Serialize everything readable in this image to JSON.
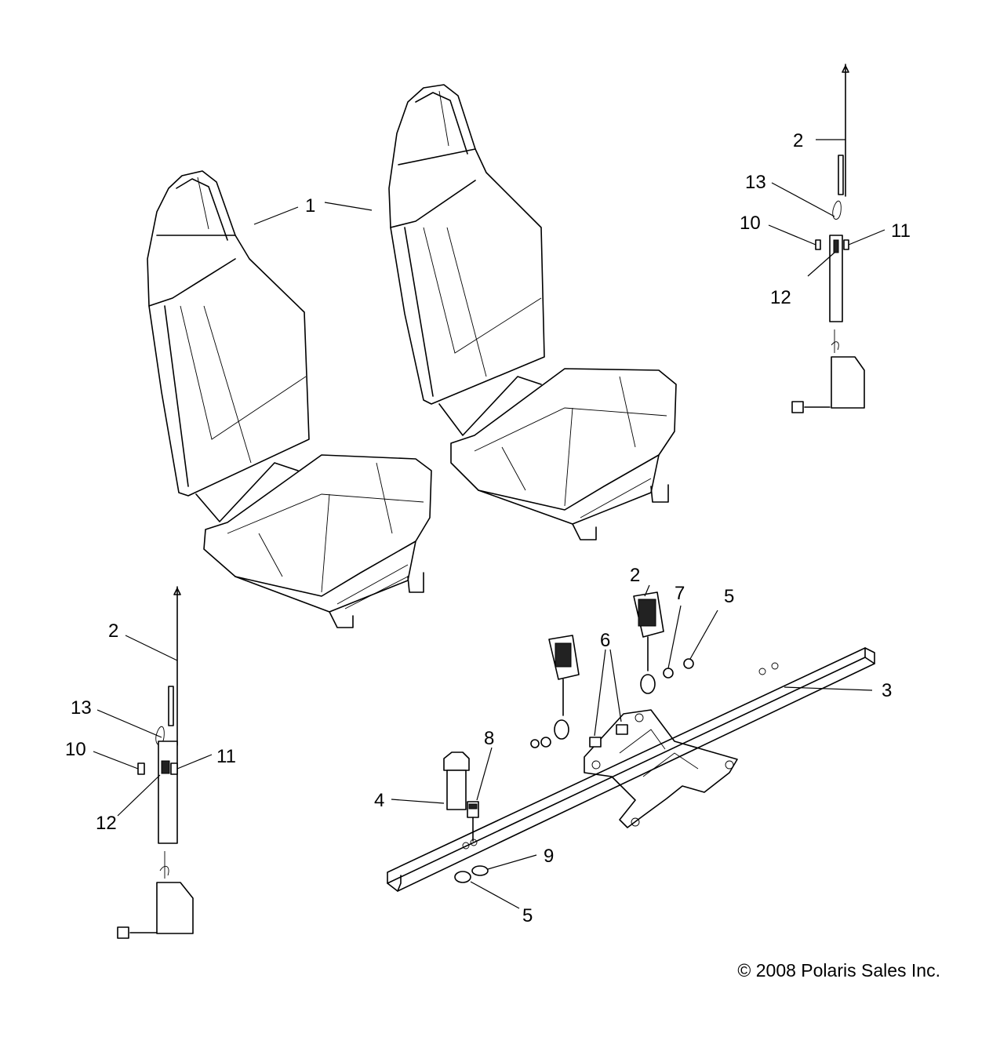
{
  "callouts": {
    "c1": "1",
    "c2_topright": "2",
    "c13_topright": "13",
    "c10_topright": "10",
    "c11_topright": "11",
    "c12_topright": "12",
    "c2_belt": "2",
    "c7": "7",
    "c5_top": "5",
    "c6": "6",
    "c3": "3",
    "c8": "8",
    "c4": "4",
    "c9": "9",
    "c5_bottom": "5",
    "c2_left": "2",
    "c13_left": "13",
    "c10_left": "10",
    "c11_left": "11",
    "c12_left": "12"
  },
  "copyright": "© 2008 Polaris Sales Inc."
}
